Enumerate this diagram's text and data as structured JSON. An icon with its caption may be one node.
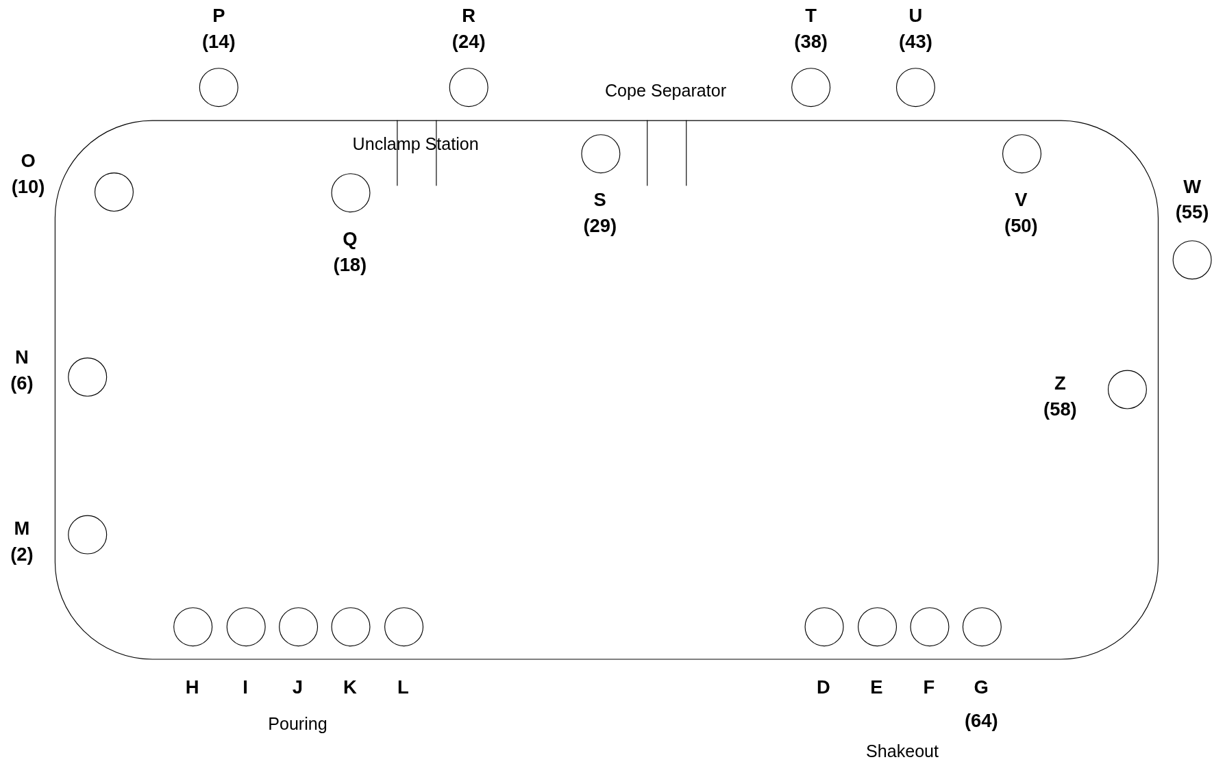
{
  "diagram": {
    "nodes": [
      {
        "text": [],
        "shape": "box"
      },
      {
        "text": [],
        "shape": "circle",
        "in": 0,
        "beside": [
          "D"
        ]
      },
      {
        "text": [],
        "shape": "circle",
        "in": 0,
        "beside": [
          "E"
        ]
      },
      {
        "text": [],
        "shape": "circle",
        "in": 0,
        "beside": [
          "F"
        ]
      },
      {
        "text": [],
        "shape": "circle",
        "in": 0,
        "beside": [
          "G",
          "(64)"
        ]
      },
      {
        "text": [],
        "shape": "circle",
        "in": 0,
        "beside": [
          "H"
        ]
      },
      {
        "text": [],
        "shape": "circle",
        "in": 0,
        "beside": [
          "I"
        ]
      },
      {
        "text": [],
        "shape": "circle",
        "in": 0,
        "beside": [
          "J"
        ]
      },
      {
        "text": [],
        "shape": "circle",
        "in": 0,
        "beside": [
          "K"
        ]
      },
      {
        "text": [],
        "shape": "circle",
        "in": 0,
        "beside": [
          "L"
        ]
      },
      {
        "text": [],
        "shape": "circle",
        "in": 0,
        "beside": [
          "M",
          "(2)"
        ]
      },
      {
        "text": [],
        "shape": "circle",
        "in": 0,
        "beside": [
          "N",
          "(6)"
        ]
      },
      {
        "text": [],
        "shape": "circle",
        "in": 0,
        "beside": [
          "O",
          "(10)"
        ]
      },
      {
        "text": [],
        "shape": "circle",
        "beside": [
          "P",
          "(14)"
        ]
      },
      {
        "text": [],
        "shape": "circle",
        "in": 0,
        "beside": [
          "Q",
          "(18)"
        ]
      },
      {
        "text": [],
        "shape": "circle",
        "beside": [
          "R",
          "(24)"
        ]
      },
      {
        "text": [],
        "shape": "circle",
        "in": 0,
        "beside": [
          "S",
          "(29)"
        ]
      },
      {
        "text": [],
        "shape": "circle",
        "beside": [
          "T",
          "(38)"
        ]
      },
      {
        "text": [],
        "shape": "circle",
        "beside": [
          "U",
          "(43)"
        ]
      },
      {
        "text": [],
        "shape": "circle",
        "in": 0,
        "beside": [
          "V",
          "(50)"
        ]
      },
      {
        "text": [],
        "shape": "circle",
        "beside": [
          "W",
          "(55)"
        ]
      },
      {
        "text": [],
        "shape": "circle",
        "in": 0,
        "beside": [
          "Z",
          "(58)"
        ]
      }
    ],
    "labels": [
      "Cope Separator",
      "Unclamp Station",
      "Pouring",
      "Shakeout"
    ]
  }
}
